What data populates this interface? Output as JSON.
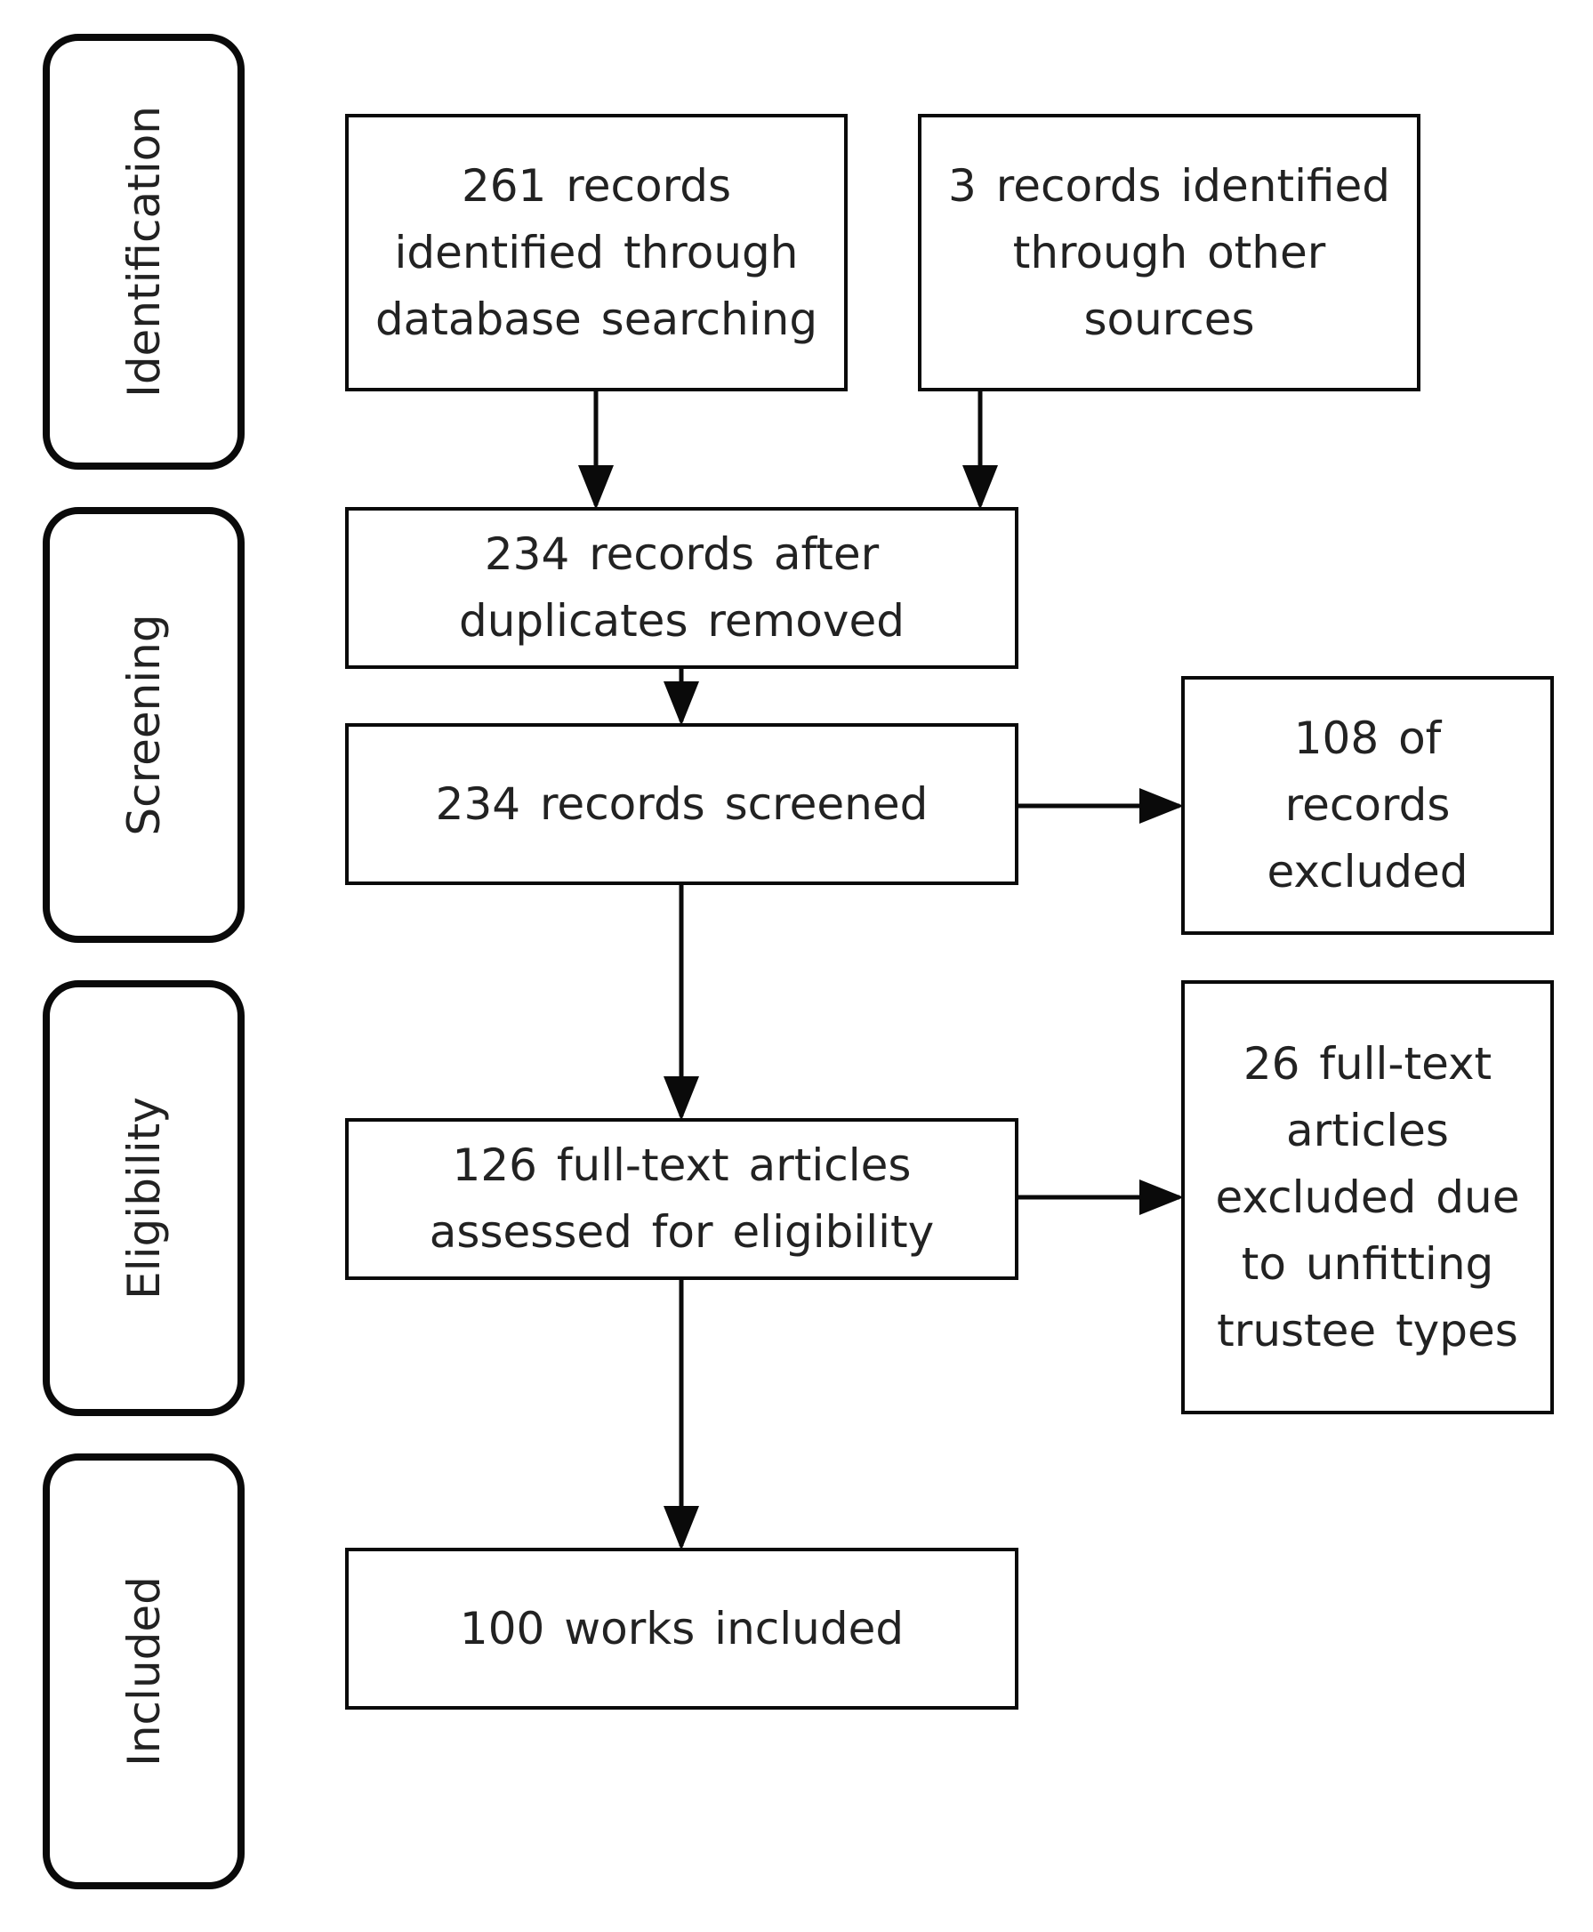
{
  "colors": {
    "line": "#0a0a0a",
    "text": "#222222",
    "background": "#ffffff"
  },
  "stages": {
    "identification": "Identification",
    "screening": "Screening",
    "eligibility": "Eligibility",
    "included": "Included"
  },
  "boxes": {
    "database_search": "261 records\nidentified through\ndatabase searching",
    "other_sources": "3 records identified\nthrough other\nsources",
    "after_duplicates": "234 records after\nduplicates removed",
    "screened": "234 records screened",
    "excluded_screening": "108 of\nrecords\nexcluded",
    "full_text_assessed": "126 full-text articles\nassessed for eligibility",
    "excluded_full_text": "26 full-text\narticles\nexcluded due\nto unfitting\ntrustee types",
    "included": "100 works included"
  }
}
